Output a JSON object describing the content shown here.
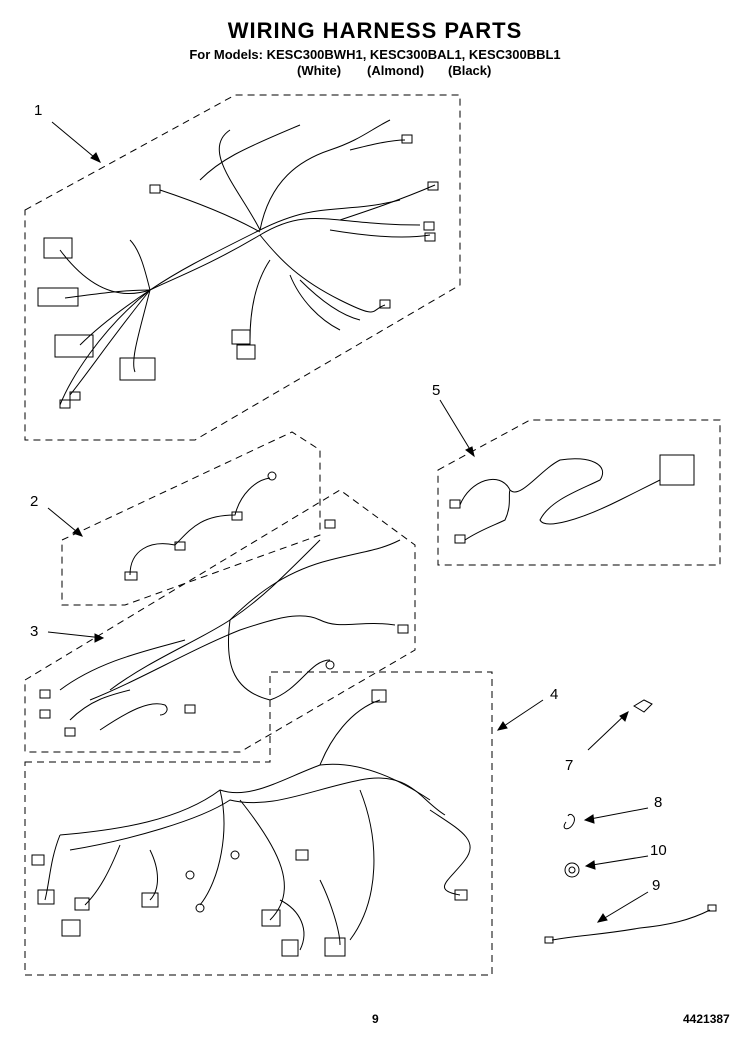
{
  "header": {
    "title": "WIRING HARNESS PARTS",
    "models": "For Models: KESC300BWH1, KESC300BAL1, KESC300BBL1",
    "colors": [
      "(White)",
      "(Almond)",
      "(Black)"
    ]
  },
  "callouts": [
    "1",
    "2",
    "3",
    "4",
    "5",
    "7",
    "8",
    "10",
    "9"
  ],
  "footer": {
    "page_number": "9",
    "doc_number": "4421387"
  }
}
